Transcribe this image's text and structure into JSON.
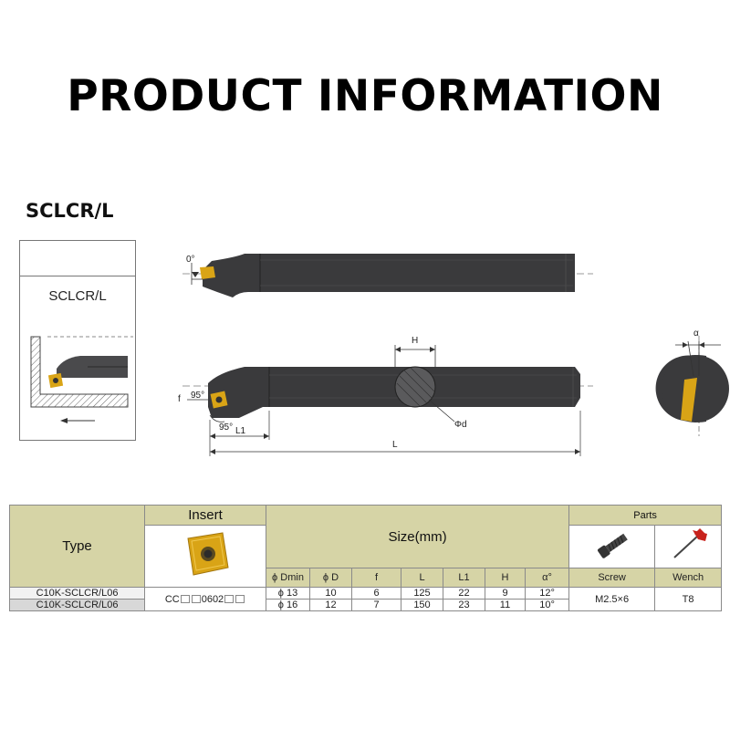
{
  "title": "PRODUCT INFORMATION",
  "model": "SCLCR/L",
  "mini_label": "SCLCR/L",
  "drawing": {
    "angle_top": "0°",
    "angle_95_a": "95°",
    "angle_95_b": "95°",
    "label_f": "f",
    "label_L1": "L1",
    "label_L": "L",
    "label_H": "H",
    "label_d": "Φd",
    "label_alpha": "α"
  },
  "table": {
    "col_type": "Type",
    "col_insert": "Insert",
    "col_size": "Size(mm)",
    "col_parts": "Parts",
    "sub_headers": [
      "ϕ Dmin",
      "ϕ D",
      "f",
      "L",
      "L1",
      "H",
      "α°"
    ],
    "screw_label": "Screw",
    "wrench_label": "Wench",
    "insert_code_prefix": "CC",
    "insert_code_mid": "0602",
    "screw_value": "M2.5×6",
    "wrench_value": "T8",
    "rows": [
      {
        "type": "C10K-SCLCR/L06",
        "dmin": "ϕ 13",
        "d": "10",
        "f": "6",
        "L": "125",
        "L1": "22",
        "H": "9",
        "alpha": "12°"
      },
      {
        "type": "C10K-SCLCR/L06",
        "dmin": "ϕ 16",
        "d": "12",
        "f": "7",
        "L": "150",
        "L1": "23",
        "H": "11",
        "alpha": "10°"
      }
    ]
  },
  "colors": {
    "header_bg": "#d6d4a6",
    "tool_body": "#3a3a3c",
    "insert_gold": "#d9a416",
    "wrench_red": "#c8221c"
  },
  "icons": [
    "insert-icon",
    "screw-icon",
    "wrench-icon"
  ]
}
